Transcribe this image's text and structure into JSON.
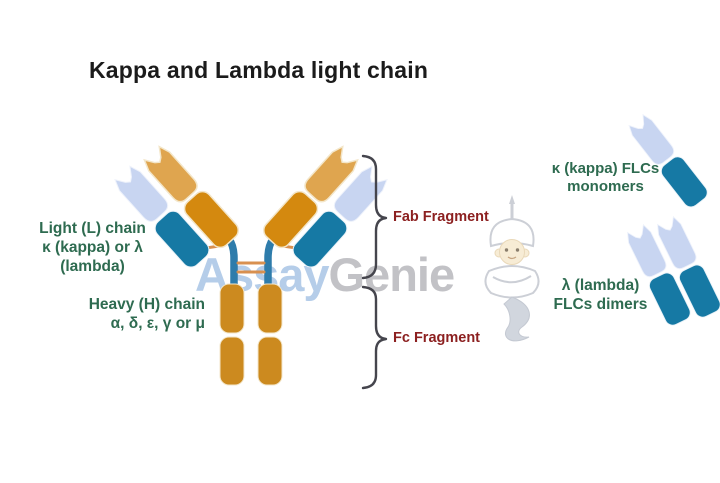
{
  "title": "Kappa and Lambda light chain",
  "watermark": {
    "brand_part1": "Assay",
    "brand_part2": "Genie",
    "mascot": "genie-icon"
  },
  "labels": {
    "light_chain": {
      "line1": "Light (L) chain",
      "line2": "κ (kappa) or λ",
      "line3": "(lambda)"
    },
    "heavy_chain": {
      "line1": "Heavy (H) chain",
      "line2": "α, δ, ε, γ or μ"
    },
    "fab_fragment": "Fab Fragment",
    "fc_fragment": "Fc Fragment",
    "kappa_flc": {
      "line1": "κ (kappa) FLCs",
      "line2": "monomers"
    },
    "lambda_flc": {
      "line1": "λ (lambda)",
      "line2": "FLCs dimers"
    }
  },
  "diagram": {
    "type": "antibody structure with free light chains",
    "icons": [
      "antibody-icon",
      "fab-bracket-icon",
      "fc-bracket-icon",
      "kappa-flc-monomer-icon",
      "lambda-flc-dimer-icon",
      "genie-icon"
    ]
  },
  "colors": {
    "title_black": "#1b1b1b",
    "chain_label_green": "#2e6b50",
    "fragment_label_maroon": "#8c2020",
    "heavy_variable_tan": "#dfa54f",
    "heavy_constant_orange": "#d4890f",
    "fc_stem_orange": "#cc8a1f",
    "light_variable_pale_blue": "#c8d5f1",
    "light_constant_teal": "#1679a4",
    "hinge_blue": "#2e7cab",
    "disulfide_bond_orange": "#d89050",
    "bracket_gray": "#45454d",
    "segment_outline": "#f3e6c9",
    "watermark_blue": "#b5cde9",
    "watermark_gray": "#c2c2c6"
  }
}
